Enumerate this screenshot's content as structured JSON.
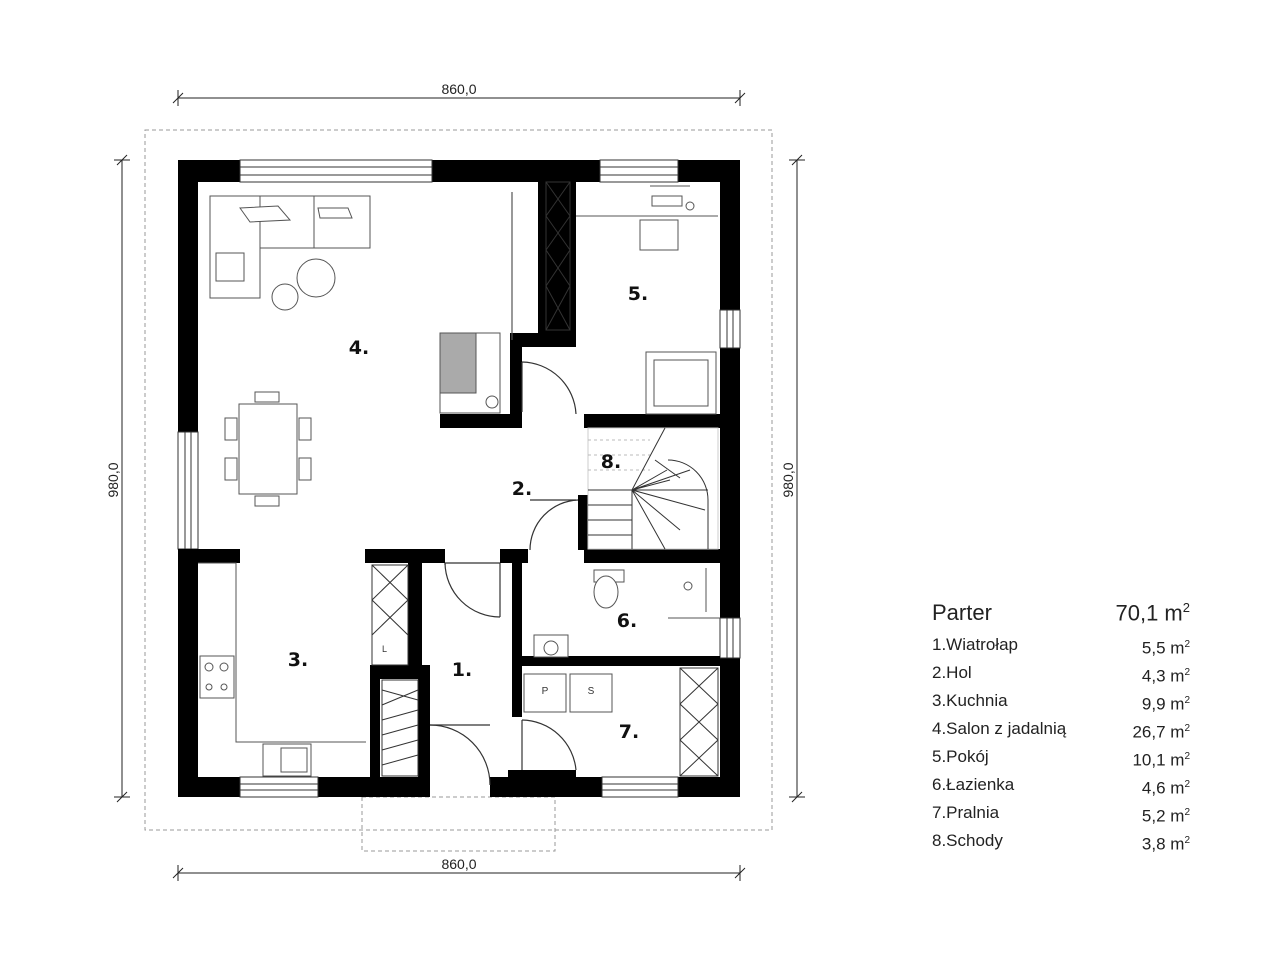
{
  "dimensions": {
    "top": "860,0",
    "bottom": "860,0",
    "left": "980,0",
    "right": "980,0"
  },
  "room_labels": {
    "r1": "1.",
    "r2": "2.",
    "r3": "3.",
    "r4": "4.",
    "r5": "5.",
    "r6": "6.",
    "r7": "7.",
    "r8": "8."
  },
  "fixture_labels": {
    "washer": "P",
    "dryer": "S",
    "cabinet": "L"
  },
  "legend": {
    "title": "Parter",
    "total": "70,1 m",
    "unit_exp": "2",
    "rooms": [
      {
        "name": "1.Wiatrołap",
        "area": "5,5 m"
      },
      {
        "name": "2.Hol",
        "area": "4,3 m"
      },
      {
        "name": "3.Kuchnia",
        "area": "9,9 m"
      },
      {
        "name": "4.Salon z jadalnią",
        "area": "26,7 m"
      },
      {
        "name": "5.Pokój",
        "area": "10,1 m"
      },
      {
        "name": "6.Łazienka",
        "area": "4,6 m"
      },
      {
        "name": "7.Pralnia",
        "area": "5,2 m"
      },
      {
        "name": "8.Schody",
        "area": "3,8 m"
      }
    ]
  }
}
